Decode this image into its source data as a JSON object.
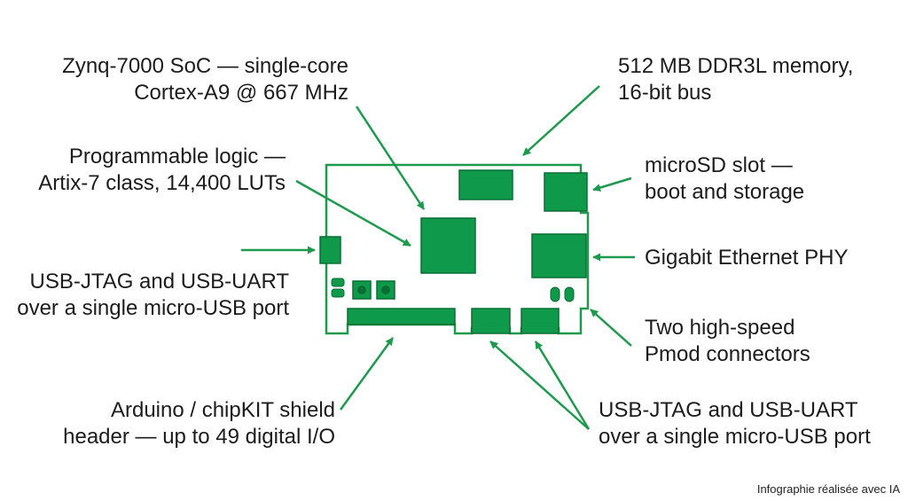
{
  "colors": {
    "accent": "#1e9a4e",
    "component_fill": "#0e9a4a",
    "component_stroke": "#0a6e33",
    "board_outline": "#1e9a4e",
    "text": "#1c1c1c",
    "background": "#ffffff"
  },
  "callouts": {
    "soc": {
      "line1": "Zynq-7000 SoC — single-core",
      "line2": "Cortex-A9 @ 667 MHz"
    },
    "memory": {
      "line1": "512 MB DDR3L memory,",
      "line2": "16-bit bus"
    },
    "pl": {
      "line1": "Programmable logic —",
      "line2": "Artix-7 class, 14,400 LUTs"
    },
    "microsd": {
      "line1": "microSD slot —",
      "line2": "boot and storage"
    },
    "usb_left": {
      "line1": "USB-JTAG and USB-UART",
      "line2": "over a single micro-USB port"
    },
    "ethernet": {
      "line1": "Gigabit Ethernet PHY"
    },
    "pmod": {
      "line1": "Two high-speed",
      "line2": "Pmod connectors"
    },
    "arduino": {
      "line1": "Arduino / chipKIT shield",
      "line2": "header — up to 49 digital I/O"
    },
    "usb_bottom": {
      "line1": "USB-JTAG and USB-UART",
      "line2": "over a single micro-USB port"
    }
  },
  "credit": "Infographie réalisée avec IA"
}
